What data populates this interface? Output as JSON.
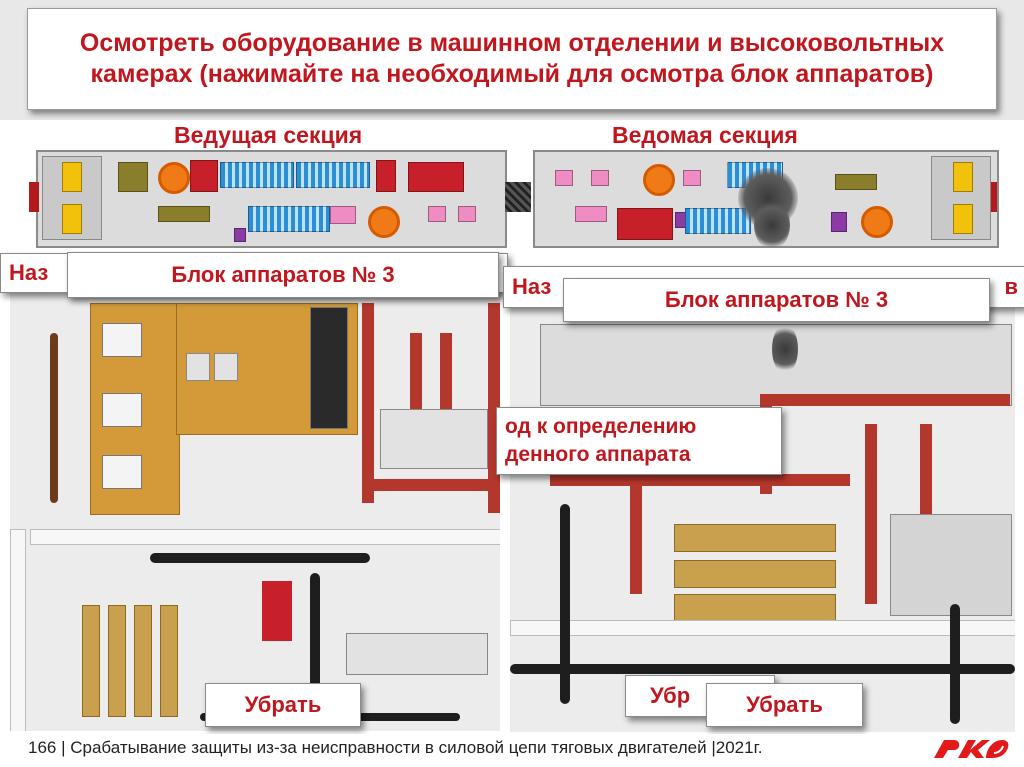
{
  "title": "Осмотреть оборудование в машинном отделении и высоковольтных камерах (нажимайте на необходимый для осмотра блок аппаратов)",
  "sections": {
    "leading": "Ведущая секция",
    "driven": "Ведомая секция"
  },
  "panels": {
    "left": {
      "name_partial": "Наз",
      "block_title": "Блок аппаратов № 3",
      "close_label": "Убрать"
    },
    "right": {
      "name_partial": "Наз",
      "partial_suffix": "в",
      "block_title": "Блок аппаратов № 3",
      "goto_text": "од к определению\nденного аппарата",
      "close_label_partial": "Убр",
      "close_label": "Убрать"
    }
  },
  "footer": {
    "text": "166 | Срабатывание защиты из-за неисправности в силовой цепи тяговых двигателей |2021г."
  },
  "colors": {
    "accent": "#c0171f",
    "busbar": "#b4372d"
  },
  "icons": {
    "logo": "rzd-logo-icon"
  }
}
